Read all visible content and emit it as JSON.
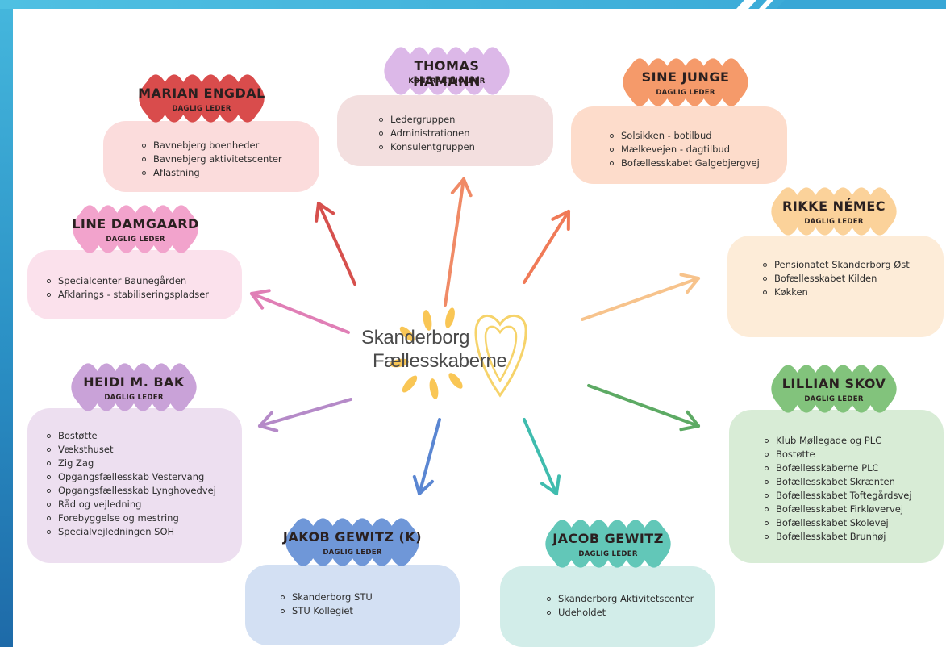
{
  "center_logo": {
    "line1": "Skanderborg",
    "line2": "Fællesskaberne"
  },
  "nodes": {
    "thomas": {
      "name": "THOMAS HAMANN",
      "role": "KONTRAKTHOLDER",
      "items": [
        "Ledergruppen",
        "Administrationen",
        "Konsulentgruppen"
      ],
      "color": "#dcb8e8",
      "card_color": "#f3dfdf",
      "arrow_color": "#f08a66"
    },
    "marian": {
      "name": "MARIAN ENGDAL",
      "role": "DAGLIG LEDER",
      "items": [
        "Bavnebjerg boenheder",
        "Bavnebjerg aktivitetscenter",
        "Aflastning"
      ],
      "color": "#d94c4c",
      "card_color": "#fbdcdc",
      "arrow_color": "#d6504d"
    },
    "sine": {
      "name": "SINE JUNGE",
      "role": "DAGLIG LEDER",
      "items": [
        "Solsikken - botilbud",
        "Mælkevejen - dagtilbud",
        "Bofællesskabet Galgebjergvej"
      ],
      "color": "#f59a6a",
      "card_color": "#fddccb",
      "arrow_color": "#f07a57"
    },
    "rikke": {
      "name": "RIKKE NÉMEC",
      "role": "DAGLIG LEDER",
      "items": [
        "Pensionatet Skanderborg Øst",
        "Bofællesskabet Kilden",
        "Køkken"
      ],
      "color": "#fbd29a",
      "card_color": "#fdecd8",
      "arrow_color": "#f7c38c"
    },
    "line": {
      "name": "LINE DAMGAARD",
      "role": "DAGLIG LEDER",
      "items": [
        "Specialcenter Baunegården",
        "Afklarings - stabiliseringspladser"
      ],
      "color": "#f2a3cc",
      "card_color": "#fbe1ec",
      "arrow_color": "#e07fb6"
    },
    "heidi": {
      "name": "HEIDI M. BAK",
      "role": "DAGLIG LEDER",
      "items": [
        "Bostøtte",
        "Væksthuset",
        "Zig Zag",
        "Opgangsfællesskab Vestervang",
        "Opgangsfællesskab Lynghovedvej",
        "Råd og vejledning",
        "Forebyggelse og mestring",
        "Specialvejledningen SOH"
      ],
      "color": "#c9a2d8",
      "card_color": "#eddff0",
      "arrow_color": "#b58ac8"
    },
    "lillian": {
      "name": "LILLIAN SKOV",
      "role": "DAGLIG LEDER",
      "items": [
        "Klub Møllegade og PLC",
        "Bostøtte",
        "Bofællesskaberne PLC",
        "Bofællesskabet Skrænten",
        "Bofællesskabet Toftegårdsvej",
        "Bofællesskabet Firkløvervej",
        "Bofællesskabet Skolevej",
        "Bofællesskabet Brunhøj"
      ],
      "color": "#82c37c",
      "card_color": "#d8ecd6",
      "arrow_color": "#5daa64"
    },
    "jakob_k": {
      "name": "JAKOB GEWITZ (K)",
      "role": "DAGLIG LEDER",
      "items": [
        "Skanderborg STU",
        "STU Kollegiet"
      ],
      "color": "#6f97d8",
      "card_color": "#d3e0f3",
      "arrow_color": "#5a86d2"
    },
    "jacob": {
      "name": "JACOB GEWITZ",
      "role": "DAGLIG LEDER",
      "items": [
        "Skanderborg Aktivitetscenter",
        "Udeholdet"
      ],
      "color": "#62c7b8",
      "card_color": "#d2ede9",
      "arrow_color": "#3fbcae"
    }
  }
}
